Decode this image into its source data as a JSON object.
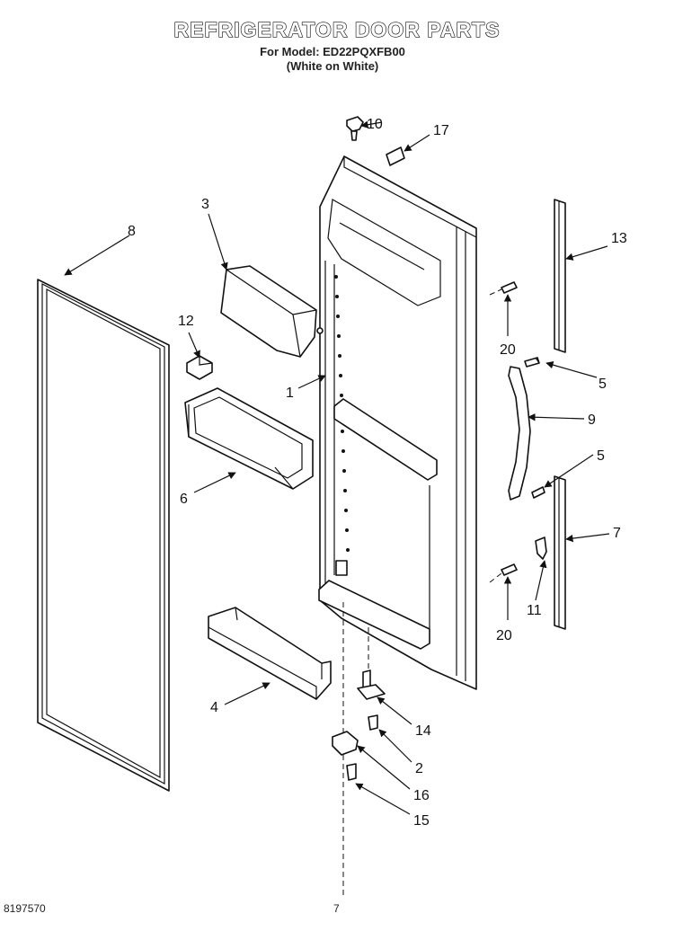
{
  "header": {
    "title": "REFRIGERATOR DOOR PARTS",
    "model_line": "For Model: ED22PQXFB00",
    "color_line": "(White on White)"
  },
  "footer": {
    "document_number": "8197570",
    "page_number": "7"
  },
  "callouts": {
    "c1": "1",
    "c2": "2",
    "c3": "3",
    "c4": "4",
    "c5a": "5",
    "c5b": "5",
    "c6": "6",
    "c7": "7",
    "c8": "8",
    "c9": "9",
    "c10": "10",
    "c11": "11",
    "c12": "12",
    "c13": "13",
    "c14": "14",
    "c15": "15",
    "c16": "16",
    "c17": "17",
    "c20a": "20",
    "c20b": "20"
  }
}
